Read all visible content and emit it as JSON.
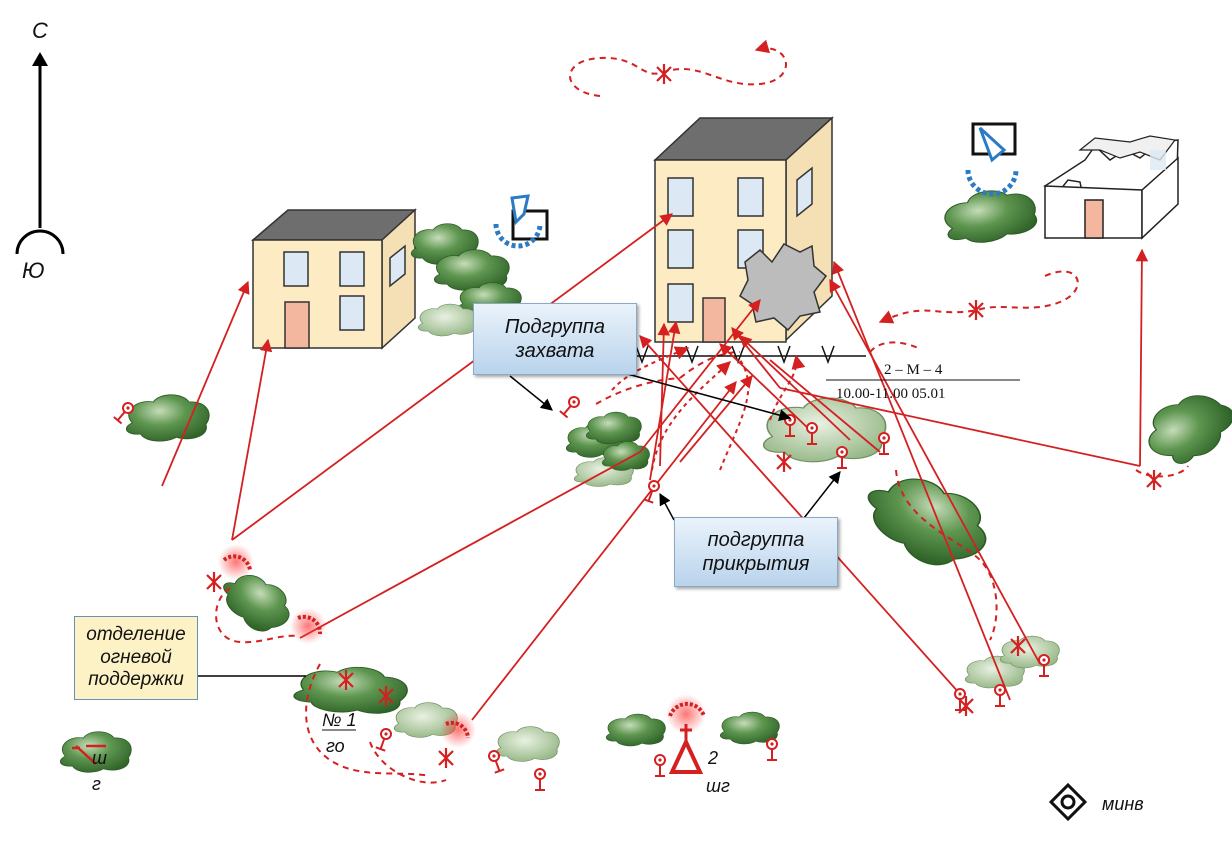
{
  "compass": {
    "north": "С",
    "south": "Ю"
  },
  "callouts": {
    "capture_line1": "Подгруппа",
    "capture_line2": "захвата",
    "cover_line1": "подгруппа",
    "cover_line2": "прикрытия",
    "support_line1": "отделение",
    "support_line2": "огневой",
    "support_line3": "поддержки"
  },
  "labels": {
    "unit_no": "№ 1",
    "go": "го",
    "sh": "ш",
    "g": "г",
    "two": "2",
    "shg": "шг",
    "minv": "минв",
    "fraction_top": "2 – М – 4",
    "fraction_bottom": "10.00-11.00 05.01"
  },
  "colors": {
    "tactical": "#d42020",
    "bush_dark": "#3d7a34",
    "bush_light": "#a7c49a",
    "wall": "#fdebc4",
    "roof": "#6e6e6e",
    "window": "#dce8f4",
    "door": "#f3b79f",
    "sign_blue": "#2b7bc4"
  }
}
